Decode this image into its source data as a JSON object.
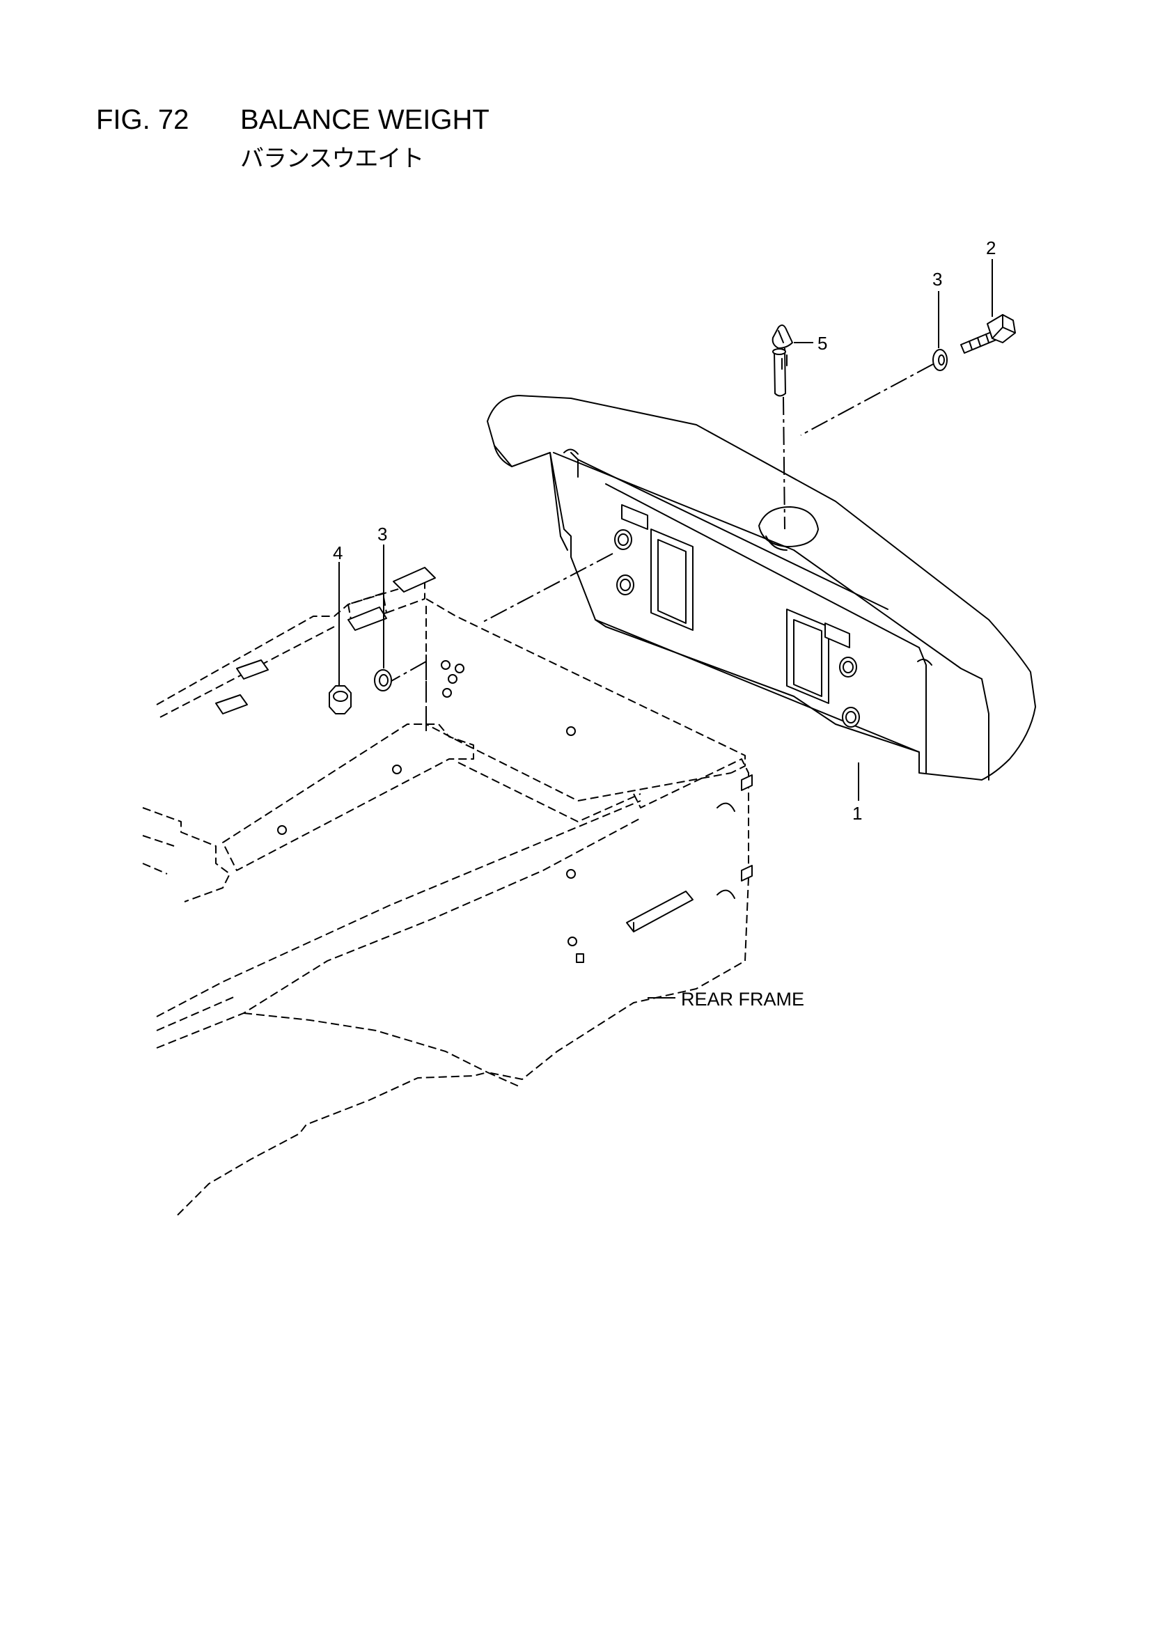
{
  "figure": {
    "number": "FIG. 72",
    "title": "BALANCE WEIGHT",
    "subtitle": "バランスウエイト"
  },
  "callouts": {
    "weight": "1",
    "bolt": "2",
    "washer_upper": "3",
    "washer_lower": "3",
    "nut": "4",
    "pin": "5"
  },
  "labels": {
    "rear_frame": "REAR FRAME"
  }
}
